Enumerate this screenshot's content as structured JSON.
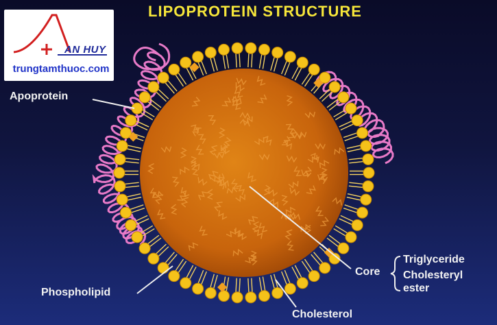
{
  "logo": {
    "brand": "AN HUY",
    "url": "trungtamthuoc.com"
  },
  "title": "LIPOPROTEIN  STRUCTURE",
  "labels": {
    "apoprotein": "Apoprotein",
    "phospholipid": "Phospholipid",
    "cholesterol": "Cholesterol",
    "core": "Core",
    "triglyceride": "Triglyceride",
    "cholesteryl": "Cholesteryl",
    "ester": "ester"
  },
  "colors": {
    "core": "#c8640c",
    "phospholipid_head": "#f5c21a",
    "apoprotein": "#e87ac8",
    "title": "#f6e63a"
  }
}
